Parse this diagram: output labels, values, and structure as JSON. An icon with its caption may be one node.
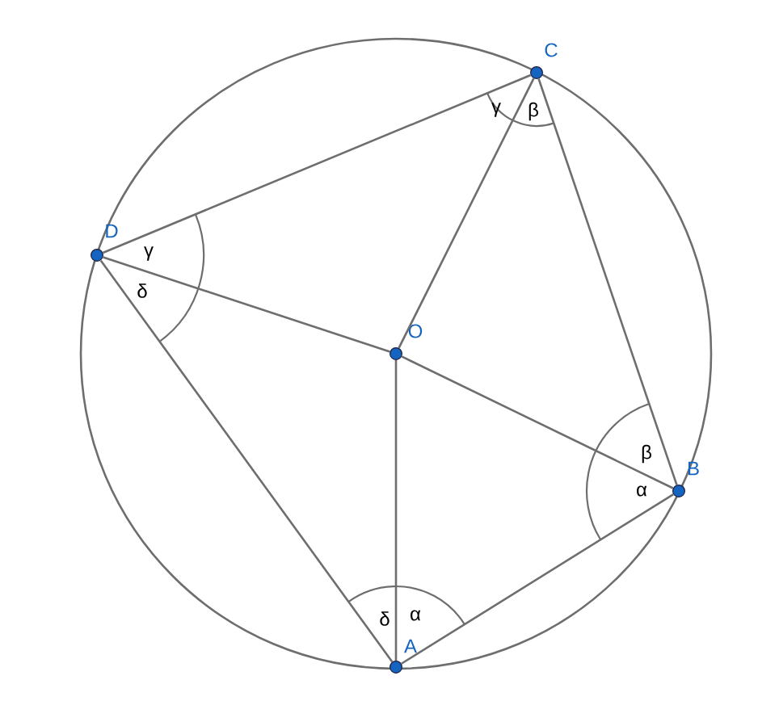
{
  "diagram": {
    "nodes": [
      {
        "text": [
          "C"
        ]
      },
      {
        "text": [
          "D"
        ]
      },
      {
        "text": [
          "O"
        ]
      },
      {
        "text": [
          "B"
        ]
      },
      {
        "text": [
          "A"
        ]
      }
    ],
    "edges": [
      {
        "from": 1,
        "to": 0,
        "arrow": "none"
      },
      {
        "from": 0,
        "to": 3,
        "arrow": "none"
      },
      {
        "from": 3,
        "to": 4,
        "arrow": "none"
      },
      {
        "from": 4,
        "to": 1,
        "arrow": "none"
      },
      {
        "from": 2,
        "to": 0,
        "arrow": "none"
      },
      {
        "from": 2,
        "to": 1,
        "arrow": "none"
      },
      {
        "from": 2,
        "to": 3,
        "arrow": "none"
      },
      {
        "from": 2,
        "to": 4,
        "arrow": "none"
      }
    ],
    "labels": [
      "γ",
      "β",
      "γ",
      "δ",
      "β",
      "α",
      "δ",
      "α"
    ]
  }
}
